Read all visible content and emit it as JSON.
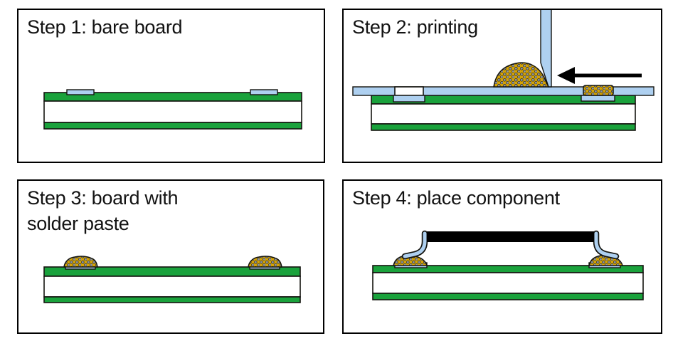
{
  "figure": {
    "type": "process-diagram",
    "subject": "solder paste printing and component placement",
    "panel_count": 4
  },
  "palette": {
    "background": "#ffffff",
    "panel-border": "#000000",
    "title-text": "#121212",
    "board-green": "#1aa23c",
    "pad-blue": "#aed0f0",
    "paste-gold": "#d4a304",
    "paste-dot": "#8e949c",
    "component-black": "#000000",
    "arrow-black": "#000000",
    "outline": "#14140f"
  },
  "panels": [
    {
      "step": 1,
      "title_lines": [
        "Step 1: bare board"
      ]
    },
    {
      "step": 2,
      "title_lines": [
        "Step 2: printing"
      ]
    },
    {
      "step": 3,
      "title_lines": [
        "Step 3: board with",
        "solder paste"
      ]
    },
    {
      "step": 4,
      "title_lines": [
        "Step 4: place component"
      ]
    }
  ]
}
